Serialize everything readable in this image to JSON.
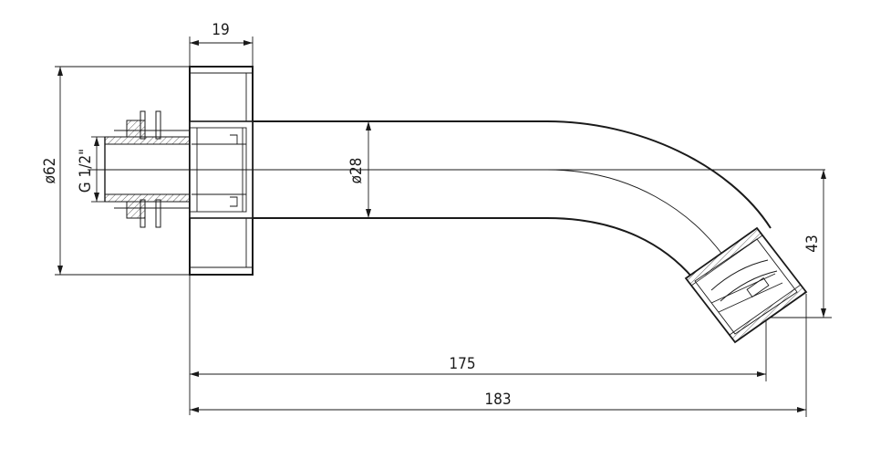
{
  "dimensions": {
    "top_width": "19",
    "flange_diameter": "ø62",
    "thread": "G 1/2\"",
    "pipe_diameter": "ø28",
    "outlet_drop": "43",
    "outlet_length": "175",
    "overall_length": "183"
  }
}
